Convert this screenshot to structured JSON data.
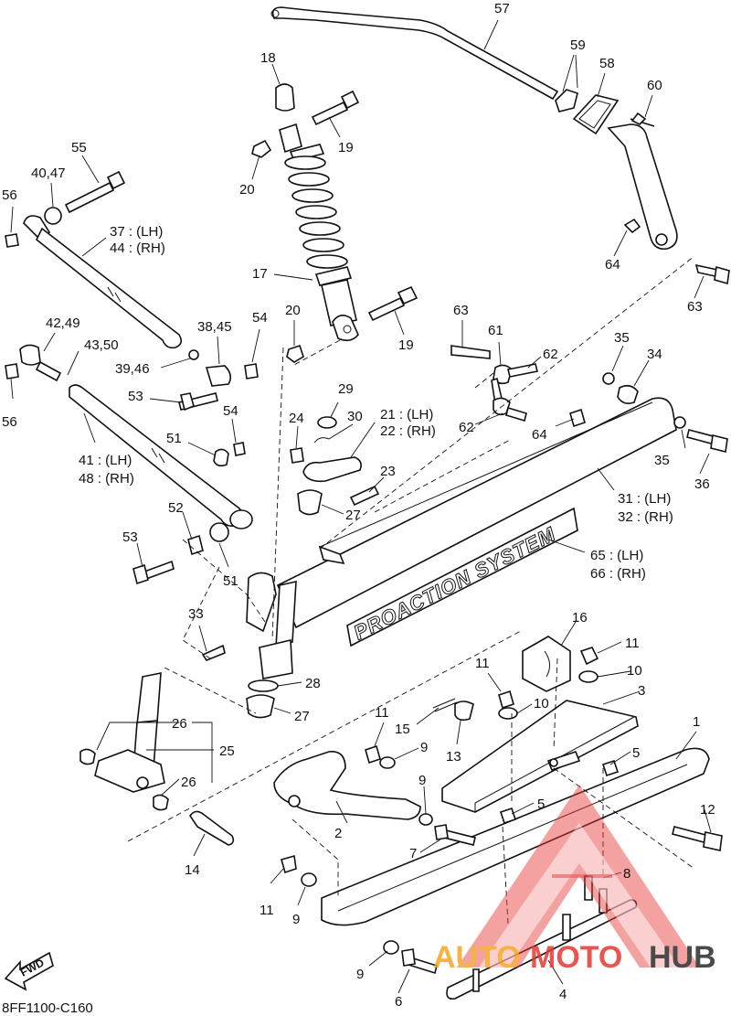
{
  "diagram": {
    "code": "8FF1100-C160",
    "fwd_label": "FWD",
    "brand_text": "PROACTION SYSTEM",
    "watermark": {
      "part1": "AUTO",
      "part2": "MOTO",
      "part3": "HUB",
      "color_orange": "#f5a623",
      "color_red": "#e53935",
      "color_dark": "#2b2b2b"
    },
    "callouts": {
      "c57": "57",
      "c59": "59",
      "c58": "58",
      "c60": "60",
      "c18": "18",
      "c19a": "19",
      "c20a": "20",
      "c55": "55",
      "c4047": "40,47",
      "c56a": "56",
      "c37": "37 : (LH)",
      "c44": "44 : (RH)",
      "c17": "17",
      "c64a": "64",
      "c63a": "63",
      "c20b": "20",
      "c19b": "19",
      "c63b": "63",
      "c61": "61",
      "c62a": "62",
      "c62b": "62",
      "c64b": "64",
      "c35a": "35",
      "c34": "34",
      "c4249": "42,49",
      "c4350": "43,50",
      "c3845": "38,45",
      "c54a": "54",
      "c3946": "39,46",
      "c56b": "56",
      "c53a": "53",
      "c29": "29",
      "c30": "30",
      "c21": "21 : (LH)",
      "c22": "22 : (RH)",
      "c24": "24",
      "c54b": "54",
      "c35b": "35",
      "c36": "36",
      "c41": "41 : (LH)",
      "c48": "48 : (RH)",
      "c51a": "51",
      "c23": "23",
      "c31": "31 : (LH)",
      "c32": "32 : (RH)",
      "c27a": "27",
      "c52": "52",
      "c53b": "53",
      "c51b": "51",
      "c65": "65 : (LH)",
      "c66": "66 : (RH)",
      "c33": "33",
      "c16": "16",
      "c11a": "11",
      "c10a": "10",
      "c3": "3",
      "c11b": "11",
      "c28": "28",
      "c27b": "27",
      "c11c": "11",
      "c10b": "10",
      "c15": "15",
      "c26a": "26",
      "c25": "25",
      "c26b": "26",
      "c9a": "9",
      "c13": "13",
      "c1": "1",
      "c5a": "5",
      "c9b": "9",
      "c5b": "5",
      "c12": "12",
      "c2": "2",
      "c7": "7",
      "c14": "14",
      "c8": "8",
      "c11d": "11",
      "c9c": "9",
      "c9d": "9",
      "c6": "6",
      "c4": "4"
    }
  }
}
